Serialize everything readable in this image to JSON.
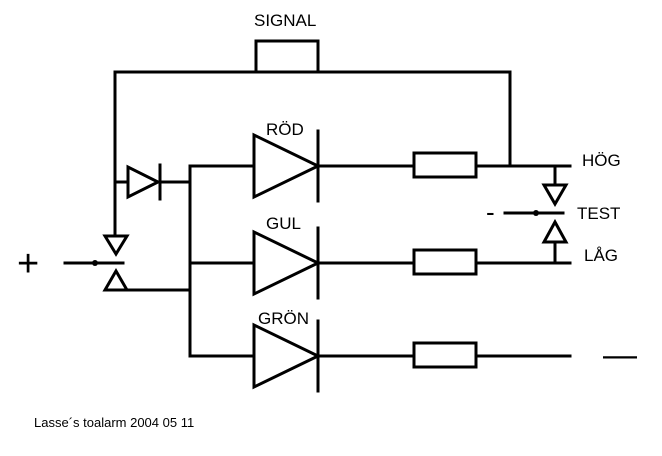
{
  "labels": {
    "signal": "SIGNAL",
    "rod": "RÖD",
    "gul": "GUL",
    "gron": "GRÖN",
    "hog": "HÖG",
    "test": "TEST",
    "lag": "LÅG",
    "plus": "+",
    "minus_small": "-",
    "minus_big": "—"
  },
  "footer": {
    "caption": "Lasse´s toalarm 2004 05 11"
  }
}
